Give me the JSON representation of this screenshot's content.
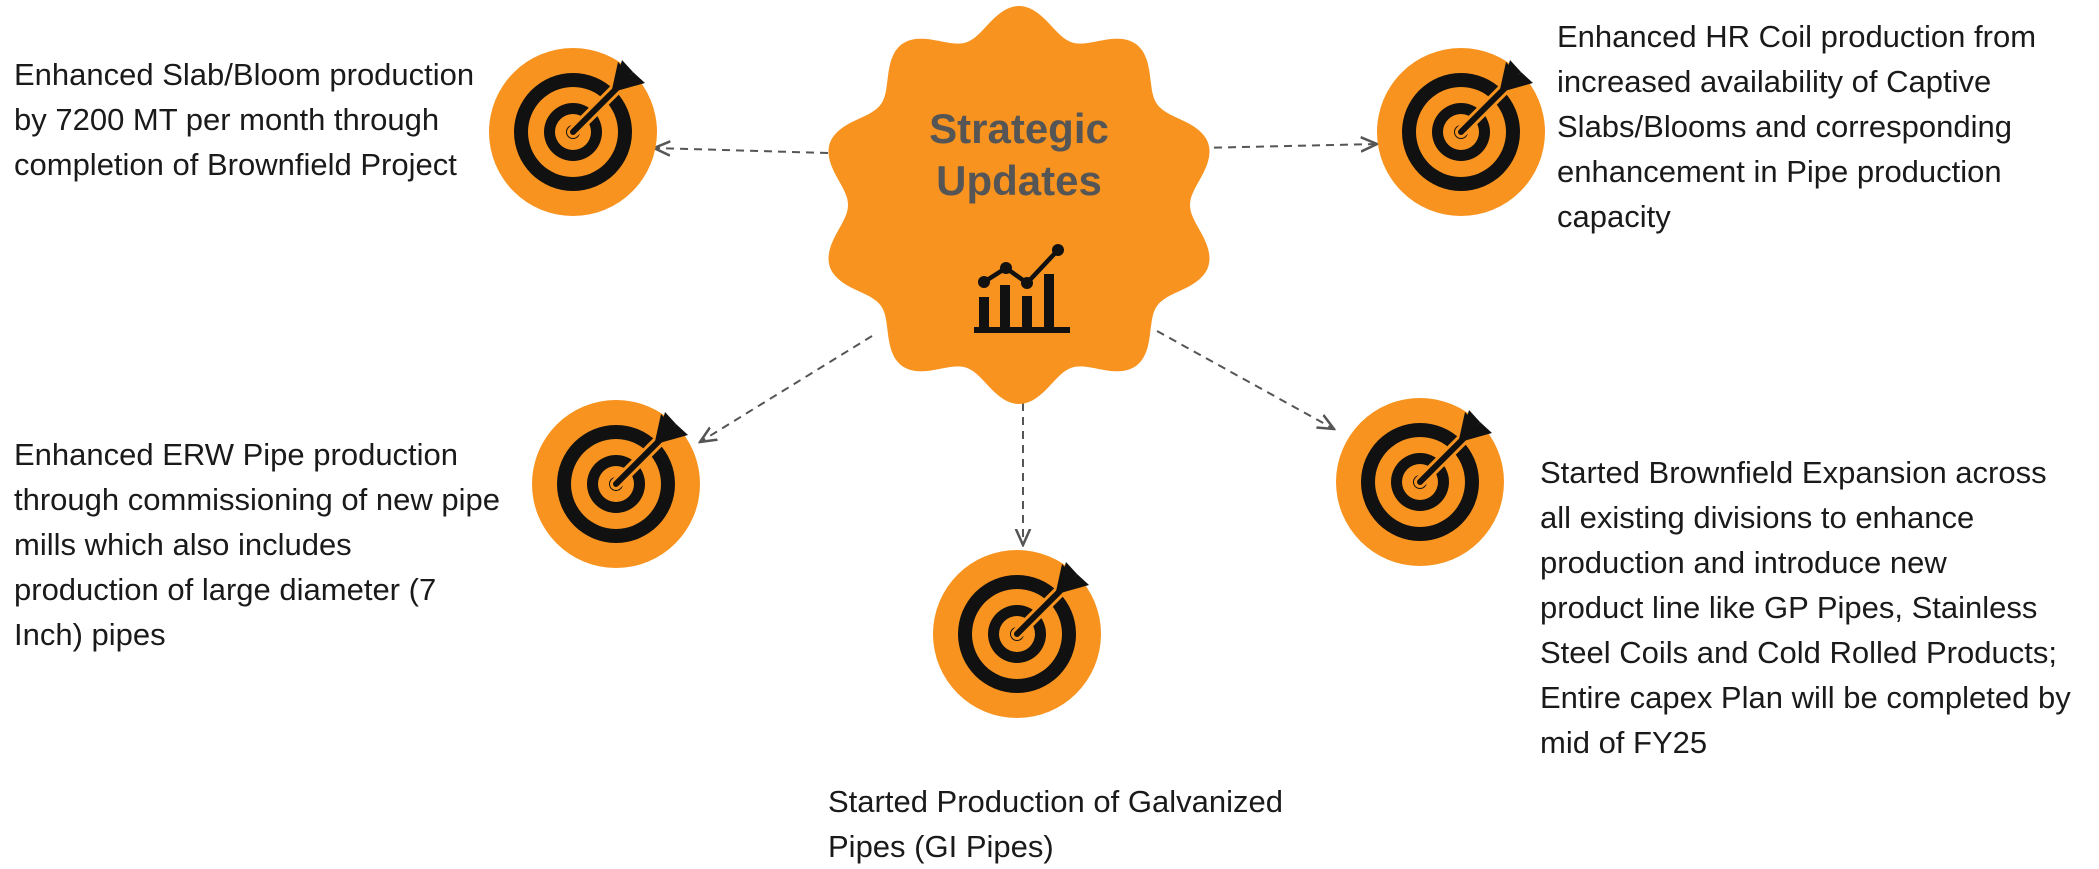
{
  "center": {
    "title_line1": "Strategic",
    "title_line2": "Updates",
    "icon": "growth-chart-icon"
  },
  "colors": {
    "accent": "#F7931E",
    "icon_dark": "#111111",
    "title": "#555555",
    "arrow": "#555555"
  },
  "target_icon": "target-with-dart-icon",
  "items": {
    "top_left": "Enhanced Slab/Bloom production\nby 7200 MT per month through\ncompletion of Brownfield Project",
    "top_right": "Enhanced HR Coil production from\nincreased availability of Captive\nSlabs/Blooms and corresponding\nenhancement in Pipe production\ncapacity",
    "middle_left": "Enhanced ERW Pipe production\nthrough commissioning of new pipe\nmills which also includes\nproduction of large diameter (7\nInch) pipes",
    "bottom_right": "Started Brownfield Expansion across\nall existing divisions to enhance\nproduction and introduce new\nproduct line like GP Pipes, Stainless\nSteel Coils and Cold Rolled Products;\nEntire capex Plan will be completed by\nmid of FY25",
    "bottom": "Started Production of Galvanized\nPipes (GI Pipes)"
  }
}
